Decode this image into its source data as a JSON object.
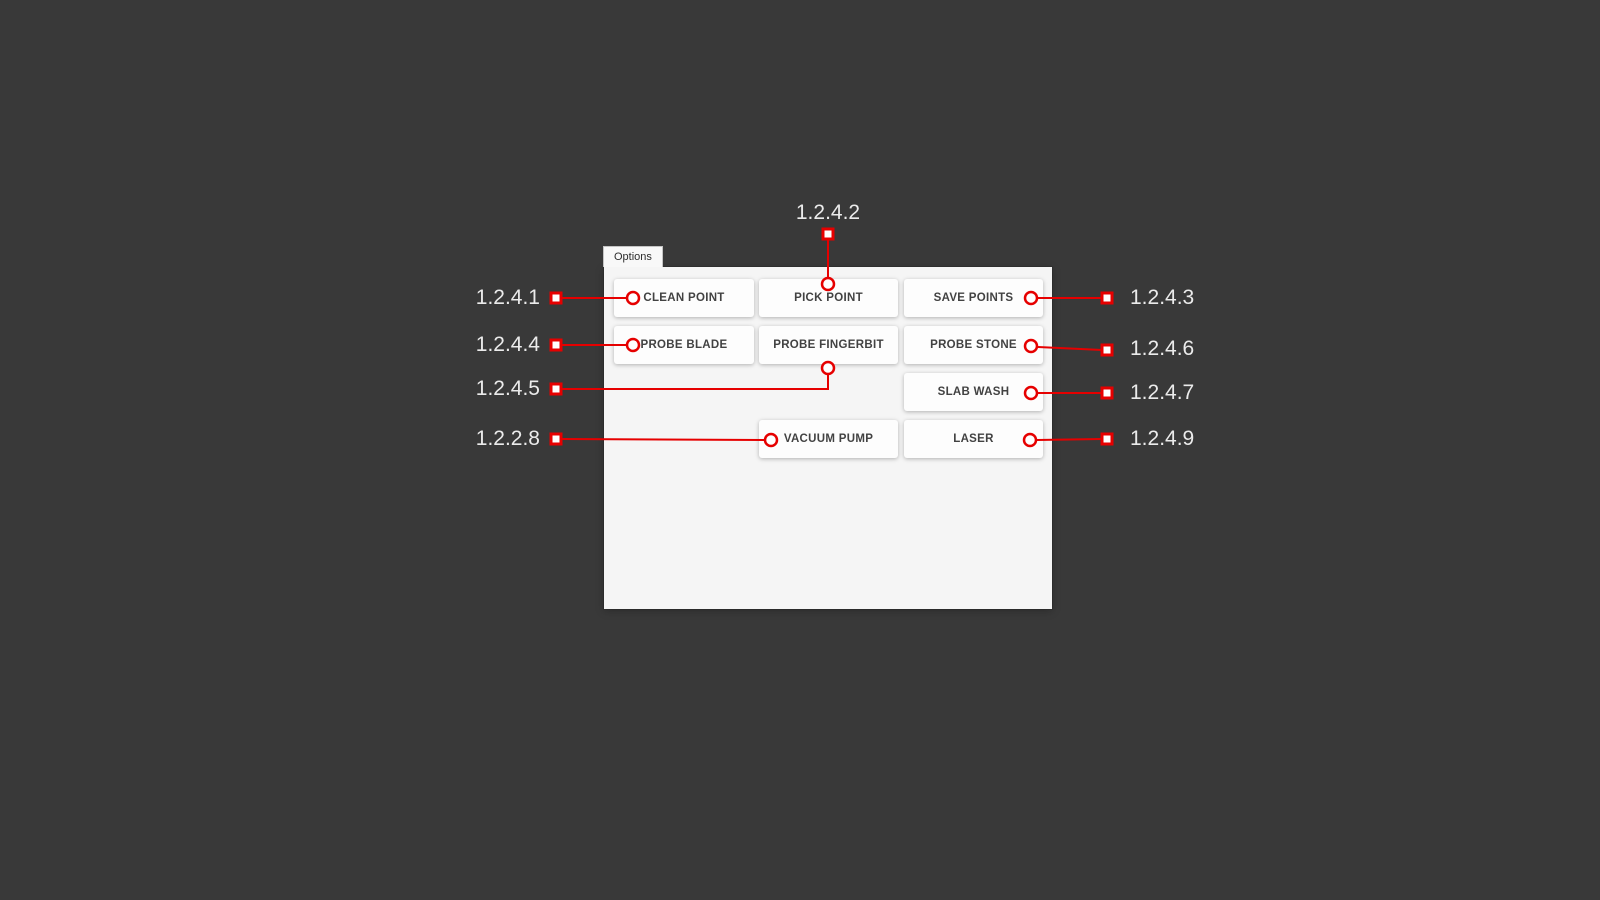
{
  "theme": {
    "background_color": "#393939",
    "panel_background": "#f5f5f5",
    "accent_color": "#e60000",
    "label_text_color": "#ebebeb",
    "button_text_color": "#424242"
  },
  "panel": {
    "tab_label": "Options"
  },
  "buttons": [
    "CLEAN POINT",
    "PICK POINT",
    "SAVE POINTS",
    "PROBE BLADE",
    "PROBE FINGERBIT",
    "PROBE STONE",
    "SLAB WASH",
    "VACUUM PUMP",
    "LASER"
  ],
  "annotations": {
    "labels": [
      {
        "id": "1.2.4.1",
        "target": "CLEAN POINT"
      },
      {
        "id": "1.2.4.2",
        "target": "PICK POINT"
      },
      {
        "id": "1.2.4.3",
        "target": "SAVE POINTS"
      },
      {
        "id": "1.2.4.4",
        "target": "PROBE BLADE"
      },
      {
        "id": "1.2.4.5",
        "target": "PROBE FINGERBIT"
      },
      {
        "id": "1.2.4.6",
        "target": "PROBE STONE"
      },
      {
        "id": "1.2.4.7",
        "target": "SLAB WASH"
      },
      {
        "id": "1.2.2.8",
        "target": "VACUUM PUMP"
      },
      {
        "id": "1.2.4.9",
        "target": "LASER"
      }
    ]
  }
}
